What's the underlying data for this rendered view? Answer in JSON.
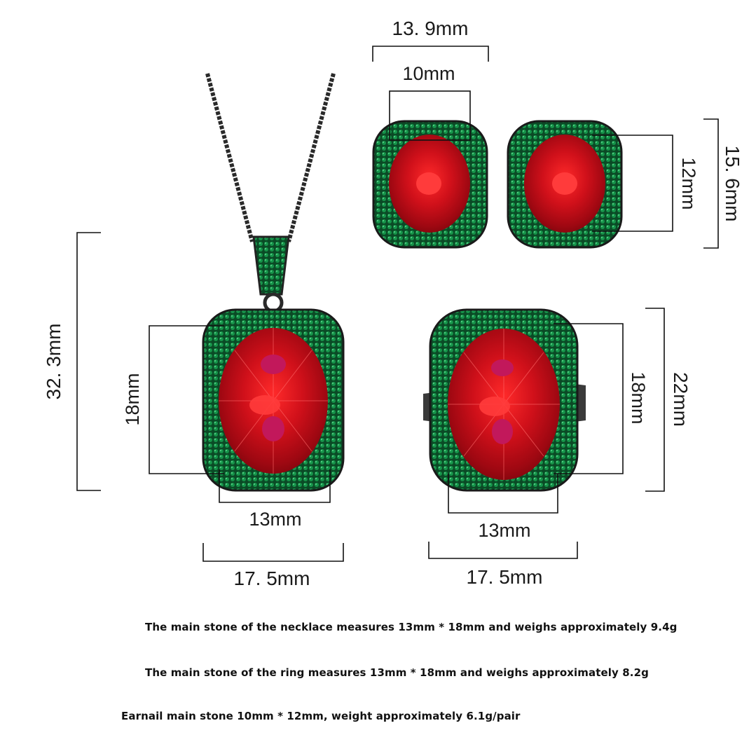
{
  "dimensions": {
    "earring_outer_width": "13. 9mm",
    "earring_stone_width": "10mm",
    "earring_stone_height": "12mm",
    "earring_outer_height": "15. 6mm",
    "pendant_height": "32. 3mm",
    "pendant_stone_height": "18mm",
    "pendant_stone_width": "13mm",
    "pendant_outer_width": "17. 5mm",
    "ring_stone_height": "18mm",
    "ring_outer_height": "22mm",
    "ring_stone_width": "13mm",
    "ring_outer_width": "17. 5mm"
  },
  "captions": {
    "necklace": "The main stone of the necklace measures 13mm * 18mm and weighs approximately 9.4g",
    "ring": "The main stone of the ring measures 13mm * 18mm and weighs approximately 8.2g",
    "earnail": "Earnail main stone 10mm * 12mm, weight approximately 6.1g/pair"
  },
  "colors": {
    "stone_red": "#c8101c",
    "stone_highlight": "#ff3b3b",
    "stone_pink": "#c2185b",
    "halo_green": "#0f7a3c",
    "metal_black": "#2a2a2a"
  }
}
